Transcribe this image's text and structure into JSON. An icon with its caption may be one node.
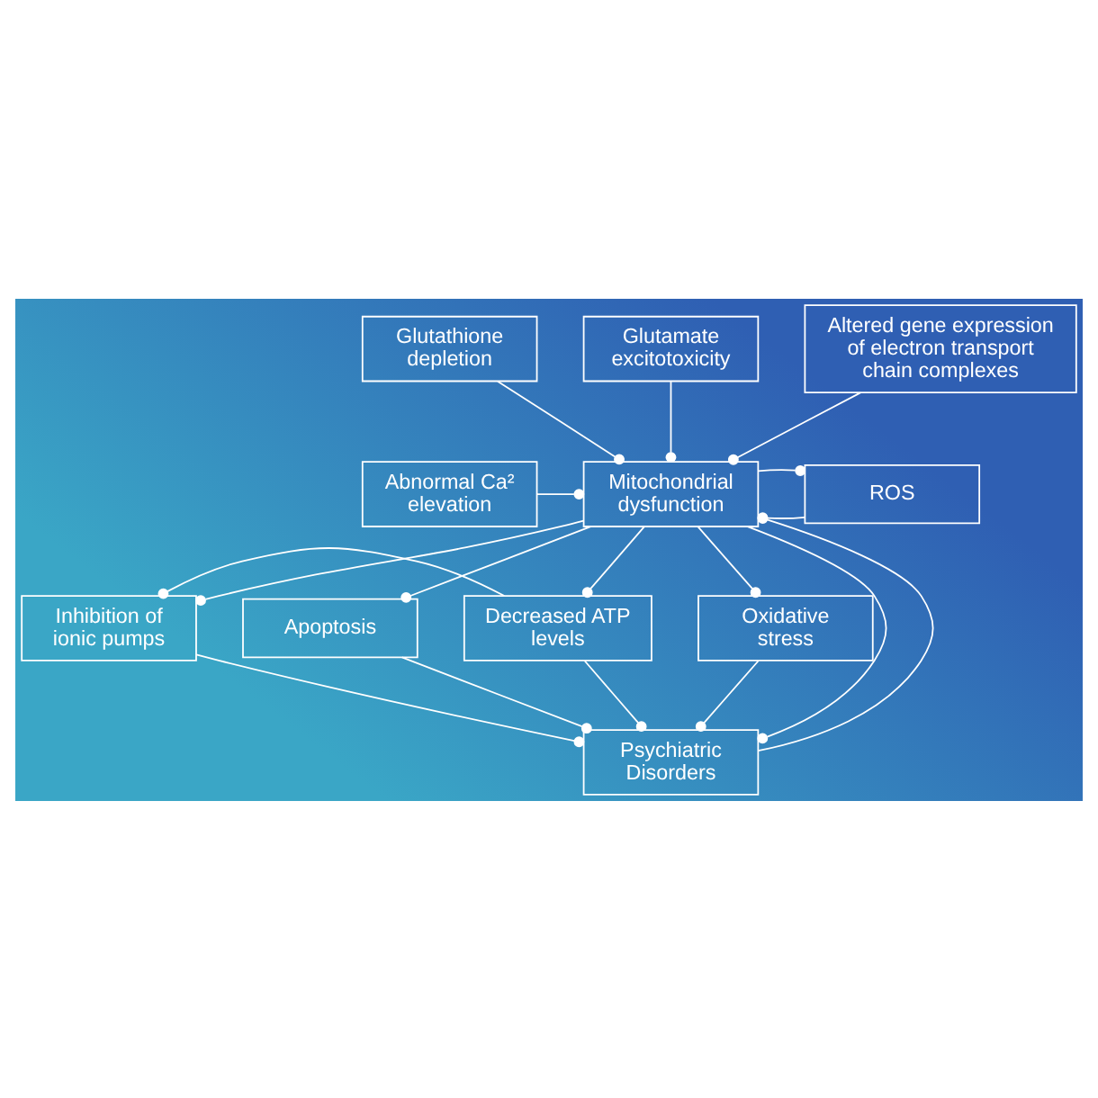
{
  "diagram": {
    "nodes": [
      {
        "text": [
          "Glutathione depletion"
        ]
      },
      {
        "text": [
          "Glutamate excitotoxicity"
        ]
      },
      {
        "text": [
          "Altered gene expression of electron transport chain complexes"
        ]
      },
      {
        "text": [
          "Abnormal Ca² elevation"
        ]
      },
      {
        "text": [
          "Mitochondrial dysfunction"
        ]
      },
      {
        "text": [
          "ROS"
        ]
      },
      {
        "text": [
          "Inhibition of ionic pumps"
        ]
      },
      {
        "text": [
          "Apoptosis"
        ]
      },
      {
        "text": [
          "Decreased ATP levels"
        ]
      },
      {
        "text": [
          "Oxidative stress"
        ]
      },
      {
        "text": [
          "Psychiatric Disorders"
        ]
      }
    ],
    "edges": [
      {
        "from": 1,
        "to": 4,
        "arrow": "other"
      },
      {
        "from": 0,
        "to": 4,
        "arrow": "other"
      },
      {
        "from": 2,
        "to": 4,
        "arrow": "other"
      },
      {
        "from": 3,
        "to": 4,
        "arrow": "other"
      },
      {
        "from": 5,
        "to": 4,
        "arrow": "other"
      },
      {
        "from": 4,
        "to": 5,
        "arrow": "other"
      },
      {
        "from": 4,
        "to": 6,
        "arrow": "other"
      },
      {
        "from": 4,
        "to": 8,
        "arrow": "other"
      },
      {
        "from": 4,
        "to": 10,
        "arrow": "other"
      },
      {
        "from": 10,
        "to": 4,
        "arrow": "other"
      },
      {
        "from": 4,
        "to": 9,
        "arrow": "other"
      },
      {
        "from": 4,
        "to": 7,
        "arrow": "other"
      },
      {
        "from": 6,
        "to": 10,
        "arrow": "other"
      },
      {
        "from": 8,
        "to": 6,
        "arrow": "other"
      },
      {
        "from": 8,
        "to": 10,
        "arrow": "other"
      },
      {
        "from": 9,
        "to": 10,
        "arrow": "other"
      },
      {
        "from": 7,
        "to": 10,
        "arrow": "other"
      }
    ]
  }
}
